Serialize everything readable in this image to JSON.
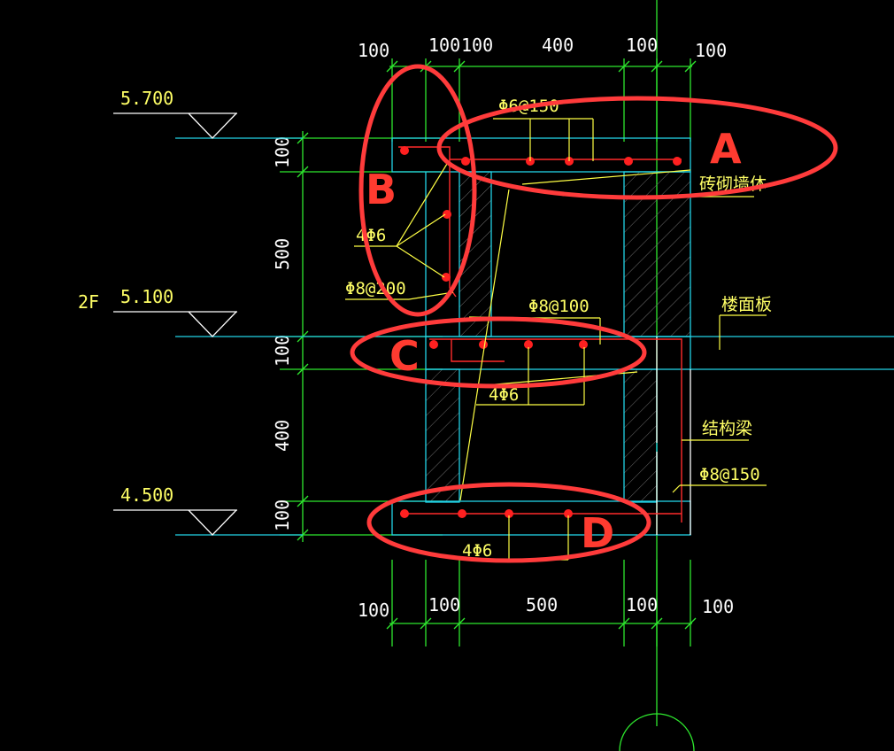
{
  "dimensions": {
    "top": [
      "100",
      "100",
      "100",
      "400",
      "100",
      "100"
    ],
    "bottom": [
      "100",
      "100",
      "500",
      "100",
      "100"
    ],
    "left": [
      "100",
      "500",
      "100",
      "400",
      "100"
    ]
  },
  "levels": {
    "upper": "5.700",
    "middle": "5.100",
    "lower": "4.500",
    "floor": "2F"
  },
  "annotations": {
    "top_rebar": "Φ6@150",
    "masonry_wall": "砖砌墙体",
    "side_bars": "4Φ6",
    "side_stirrup": "Φ8@200",
    "mid_stirrup": "Φ8@100",
    "floor_slab": "楼面板",
    "mid_bars": "4Φ6",
    "structural_beam": "结构梁",
    "beam_stirrup": "Φ8@150",
    "bottom_bars": "4Φ6"
  },
  "markers": {
    "a": "A",
    "b": "B",
    "c": "C",
    "d": "D"
  }
}
